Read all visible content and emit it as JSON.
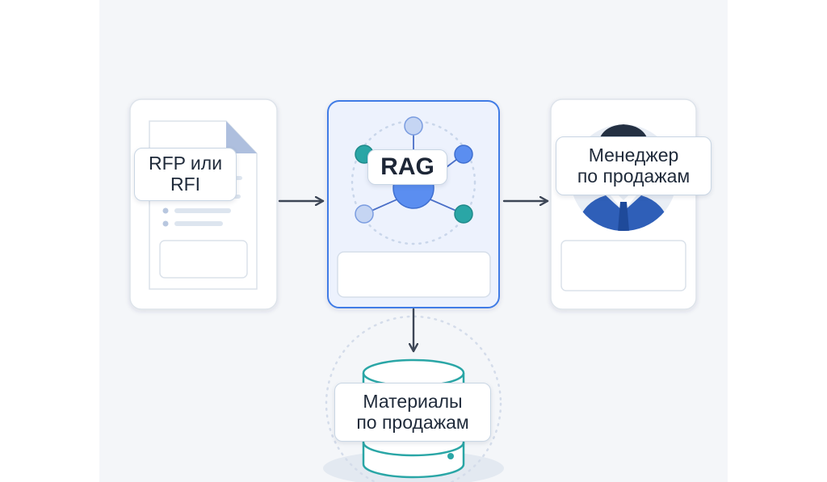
{
  "nodes": {
    "rfp": {
      "label_lines": [
        "RFP или",
        "RFI"
      ]
    },
    "rag": {
      "label_lines": [
        "RAG"
      ]
    },
    "manager": {
      "label_lines": [
        "Менеджер",
        "по продажам"
      ]
    },
    "materials": {
      "label_lines": [
        "Материалы",
        "по продажам"
      ]
    }
  },
  "edges": [
    {
      "from": "rfp",
      "to": "rag"
    },
    {
      "from": "rag",
      "to": "manager"
    },
    {
      "from": "rag",
      "to": "materials"
    }
  ],
  "colors": {
    "accent": "#3f7be6",
    "teal": "#2aa6a6",
    "node_blue": "#5b8ef0",
    "arrow": "#3d4656",
    "suit": "#2f5fb8"
  },
  "icons": {
    "rfp": "document-icon",
    "rag": "network-hub-icon",
    "manager": "person-icon",
    "materials": "database-icon"
  }
}
